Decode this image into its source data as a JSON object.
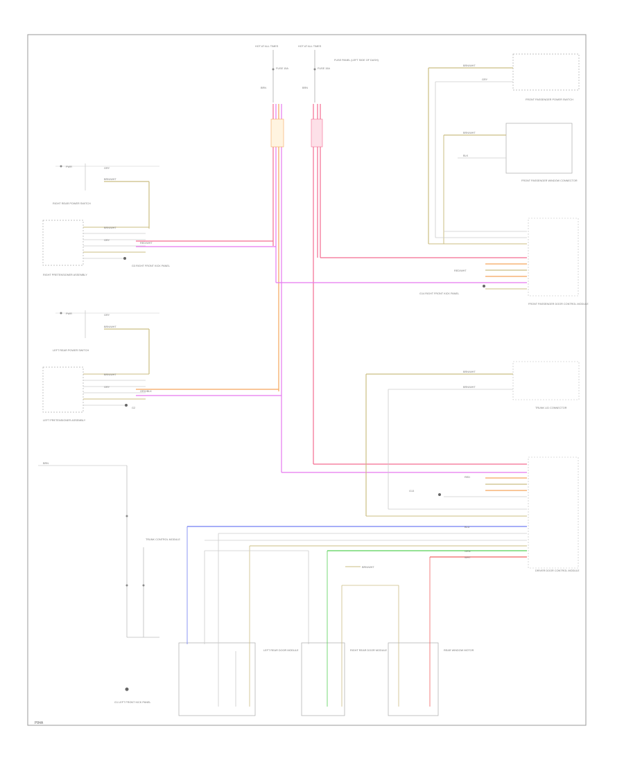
{
  "diagram": {
    "footer_code": "P84A",
    "colors": {
      "frame": "#888888",
      "wire": "#b8b8b8",
      "tan": "#cbbd82",
      "pink": "#f46a8f",
      "magenta": "#e678ef",
      "orange": "#f5a55a",
      "blue": "#6f7df2",
      "green": "#55d155",
      "red": "#f06060"
    },
    "labels": {
      "fuse_top_a": "HOT AT ALL TIMES",
      "fuse_top_b": "HOT AT ALL TIMES",
      "fuse_a": "FUSE 15A",
      "fuse_b": "FUSE 15A",
      "fuse_panel": "FUSE PANEL (LEFT SIDE OF DASH)",
      "right_trunk_switch": "RIGHT REAR POWER SWITCH",
      "right_pretensioner": "RIGHT PRETENSIONER ASSEMBLY",
      "left_trunk_switch": "LEFT REAR POWER SWITCH",
      "left_pretensioner": "LEFT PRETENSIONER ASSEMBLY",
      "front_passenger_switch": "FRONT PASSENGER POWER SWITCH",
      "front_passenger_connector": "FRONT PASSENGER WINDOW CONNECTOR",
      "front_passenger_module": "FRONT PASSENGER DOOR CONTROL MODULE",
      "right_ground": "G3 RIGHT FRONT KICK PANEL",
      "left_ground": "G2",
      "right_ground_module": "G14 RIGHT FRONT KICK PANEL",
      "left_ground_module": "G13",
      "trunk_module": "TRUNK CONTROL MODULE",
      "driver_module": "DRIVER DOOR CONTROL MODULE",
      "left_rear_module": "LEFT REAR DOOR MODULE",
      "right_rear_module": "RIGHT REAR DOOR MODULE",
      "rear_window_module": "REAR WINDOW MOTOR",
      "bottom_ground": "G1 LEFT FRONT KICK PANEL",
      "trunk_connector": "TRUNK LID CONNECTOR"
    },
    "wire_codes": {
      "brn": "BRN",
      "brn_wht": "BRN/WHT",
      "gry": "GRY",
      "blu": "BLU",
      "red_wht": "RED/WHT",
      "pnk": "PNK",
      "org_blk": "ORG/BLK",
      "red": "RED",
      "vio": "VIO",
      "grn": "GRN",
      "blk": "BLK",
      "wht": "WHT"
    }
  }
}
